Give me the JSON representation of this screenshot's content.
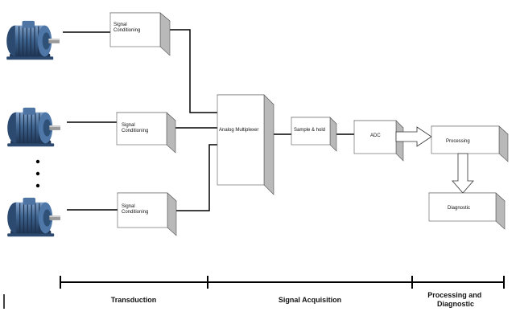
{
  "blocks": {
    "signal_conditioning_1": "Signal Conditioning",
    "signal_conditioning_2": "Signal Conditioning",
    "signal_conditioning_3": "Signal Conditioning",
    "analog_multiplexer": "Analog Multiplexer",
    "sample_hold": "Sample & hold",
    "adc": "ADC",
    "processing": "Processing",
    "diagnostic": "Diagnostic"
  },
  "phases": {
    "transduction": "Transduction",
    "signal_acquisition": "Signal Acquisition",
    "processing_diagnostic": "Processing and Diagnostic"
  },
  "colors": {
    "motor_body": "#3f6590",
    "motor_dark": "#243f5e",
    "box_face": "#ffffff",
    "box_side": "#b9b9b9",
    "box_top": "#dcdcdc",
    "line": "#000000"
  }
}
